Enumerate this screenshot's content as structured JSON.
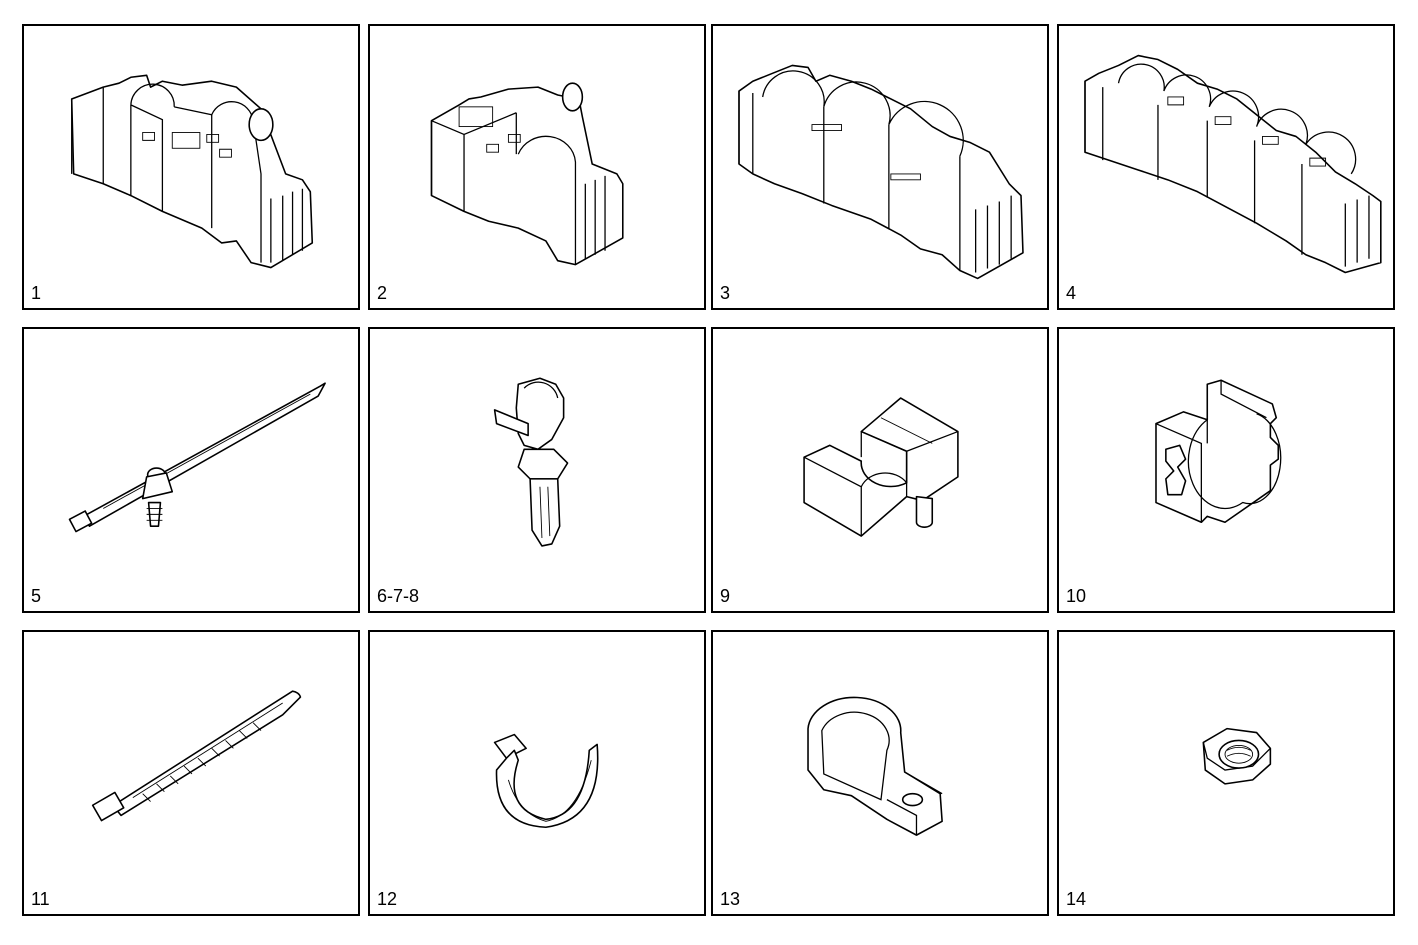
{
  "panels": [
    {
      "label": "1"
    },
    {
      "label": "2"
    },
    {
      "label": "3"
    },
    {
      "label": "4"
    },
    {
      "label": "5"
    },
    {
      "label": "6-7-8"
    },
    {
      "label": "9"
    },
    {
      "label": "10"
    },
    {
      "label": "11"
    },
    {
      "label": "12"
    },
    {
      "label": "13"
    },
    {
      "label": "14"
    }
  ]
}
